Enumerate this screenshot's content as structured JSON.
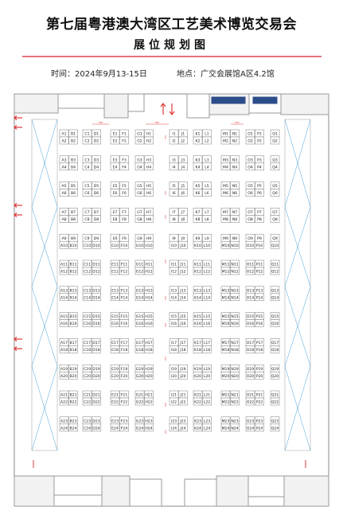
{
  "header": {
    "title": "第七届粤港澳大湾区工艺美术博览交易会",
    "subtitle": "展位规划图",
    "time": "时间：2024年9月13-15日",
    "location": "地点：广交会展馆A区4.2馆"
  },
  "floorplan": {
    "rows": [
      "1",
      "2",
      "3",
      "4",
      "5",
      "6",
      "7",
      "8",
      "9",
      "10",
      "11",
      "12",
      "13",
      "14",
      "15",
      "16",
      "17",
      "18",
      "19",
      "20",
      "21",
      "22",
      "23",
      "24"
    ],
    "column_pairs": [
      [
        "A",
        "B"
      ],
      [
        "C",
        "D"
      ],
      [
        "E",
        "F"
      ],
      [
        "G",
        "H"
      ],
      [
        "I",
        "J"
      ],
      [
        "K",
        "L"
      ],
      [
        "M",
        "N"
      ],
      [
        "O",
        "P"
      ]
    ],
    "single_column": "Q",
    "aisle_label": "5m",
    "colors": {
      "booth_stroke": "#7a7a7a",
      "arrow": "#e23a3a",
      "wall": "#b5b5b5",
      "cross": "#4aa0d8"
    }
  }
}
